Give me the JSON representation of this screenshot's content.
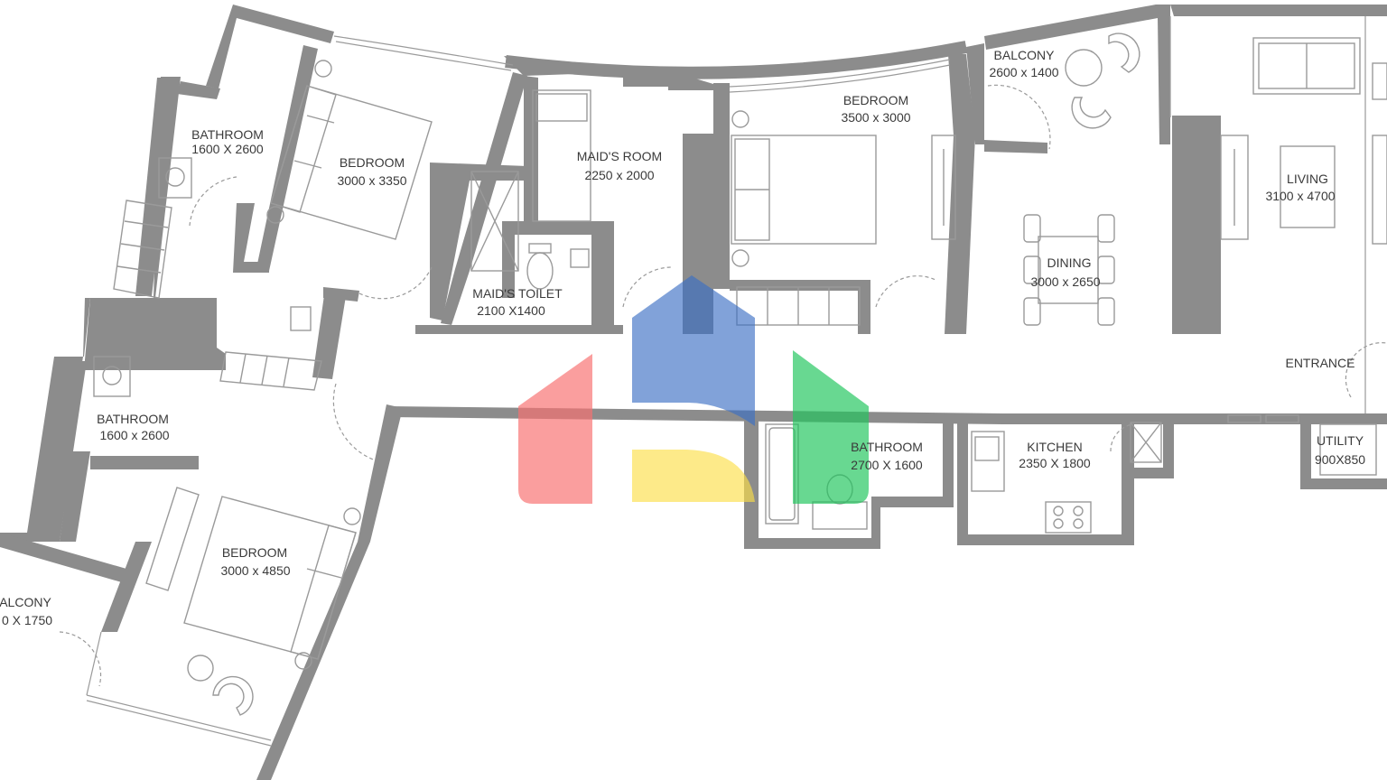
{
  "rooms": [
    {
      "name": "BATHROOM",
      "size": "1600 X 2600"
    },
    {
      "name": "BEDROOM",
      "size": "3000 x 3350"
    },
    {
      "name": "MAID'S ROOM",
      "size": "2250 x 2000"
    },
    {
      "name": "BEDROOM",
      "size": "3500 x 3000"
    },
    {
      "name": "BALCONY",
      "size": "2600 x 1400"
    },
    {
      "name": "LIVING",
      "size": "3100 x 4700"
    },
    {
      "name": "DINING",
      "size": "3000 x 2650"
    },
    {
      "name": "MAID'S TOILET",
      "size": "2100 X1400"
    },
    {
      "name": "ENTRANCE",
      "size": ""
    },
    {
      "name": "BATHROOM",
      "size": "1600 x 2600"
    },
    {
      "name": "BATHROOM",
      "size": "2700 X 1600"
    },
    {
      "name": "KITCHEN",
      "size": "2350 X 1800"
    },
    {
      "name": "UTILITY",
      "size": "900X850"
    },
    {
      "name": "BEDROOM",
      "size": "3000 x 4850"
    },
    {
      "name": "ALCONY",
      "size": "0 X 1750"
    }
  ],
  "colors": {
    "wall": "#8c8c8c",
    "line": "#9a9a9a",
    "text": "#3a3a3a",
    "logo_red": "#f87171",
    "logo_blue": "#3b6fc4",
    "logo_green": "#22c55e",
    "logo_yellow": "#fde047"
  },
  "icons": [
    "watermark-logo",
    "bed",
    "sofa",
    "dining-table",
    "chair",
    "stove",
    "toilet",
    "wash-basin",
    "shower",
    "wardrobe"
  ]
}
